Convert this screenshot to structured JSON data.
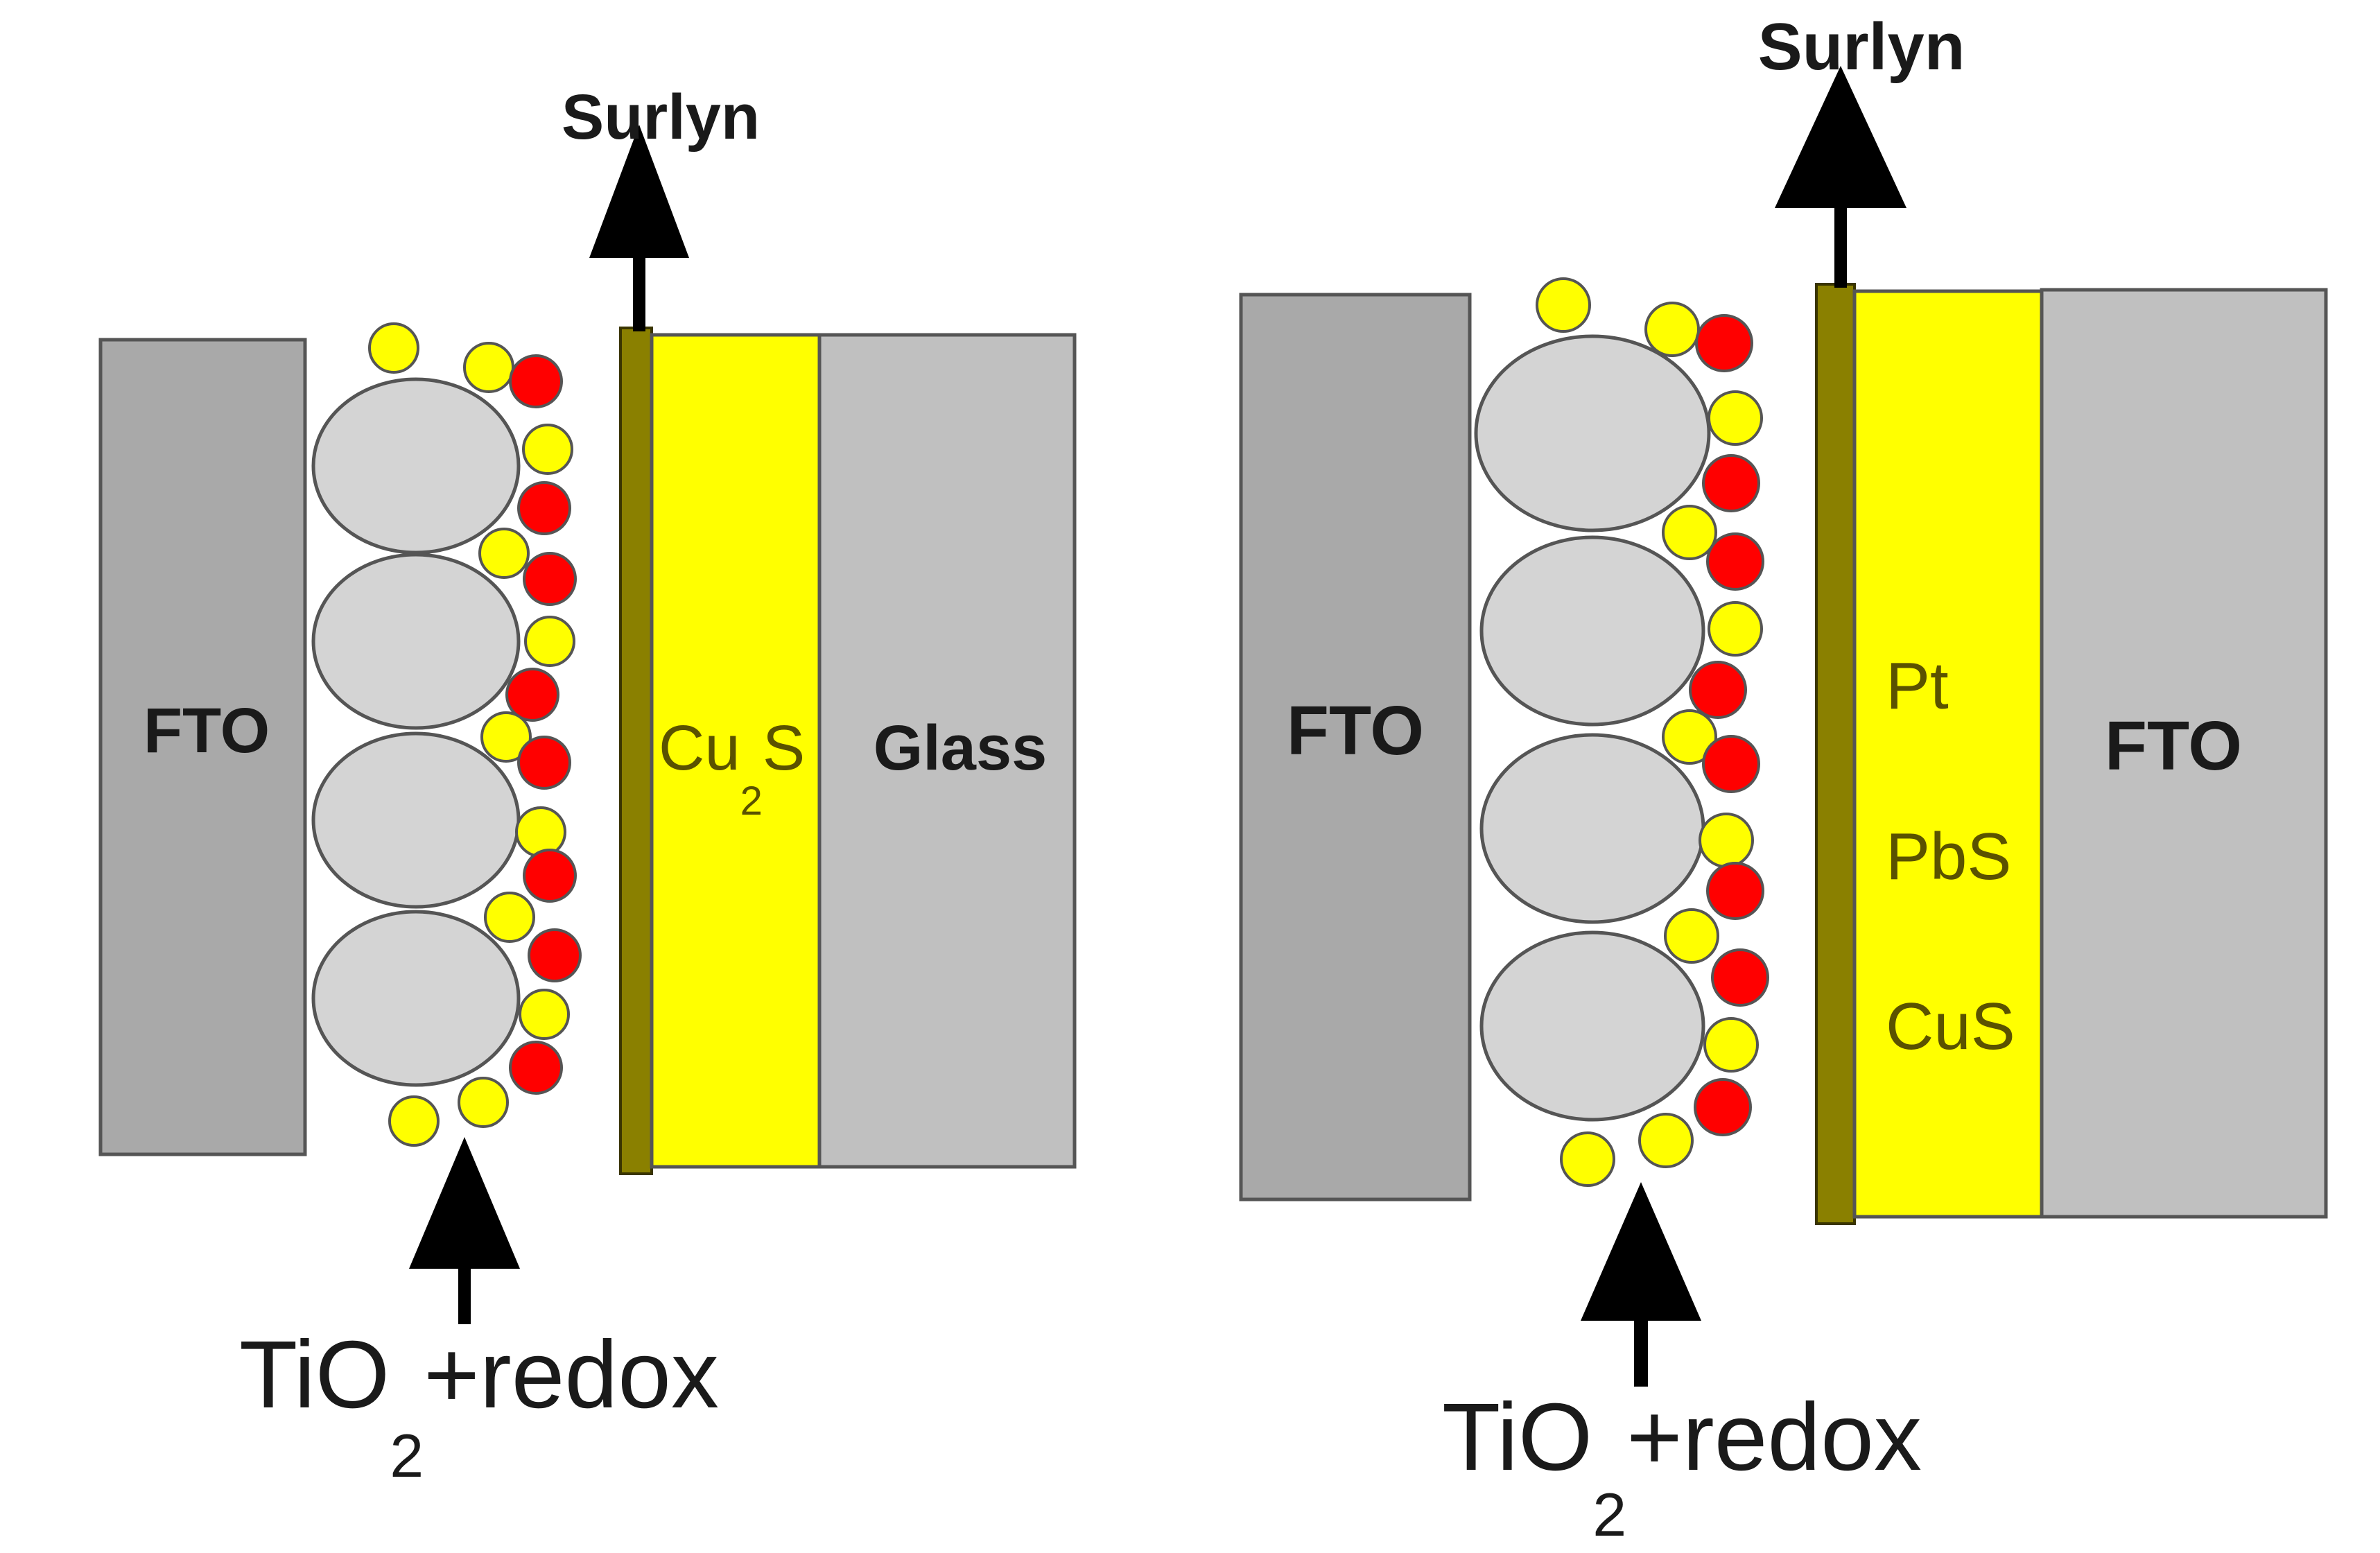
{
  "colors": {
    "fto_gray": "#a9a9a9",
    "glass_gray": "#c0c0c0",
    "tio2_gray": "#d4d4d4",
    "yellow": "#ffff00",
    "red": "#ff0000",
    "surlyn_olive": "#8a8000",
    "outline": "#555555",
    "arrow": "#000000"
  },
  "left_cell": {
    "fto_label": "FTO",
    "counter_label_main": "Cu",
    "counter_label_sub": "2",
    "counter_label_tail": "S",
    "back_label": "Glass",
    "surlyn_label": "Surlyn",
    "bottom_label_main": "TiO",
    "bottom_label_sub": "2",
    "bottom_label_tail": "+redox"
  },
  "right_cell": {
    "fto_label": "FTO",
    "counter_labels": [
      "Pt",
      "PbS",
      "CuS"
    ],
    "back_label": "FTO",
    "surlyn_label": "Surlyn",
    "bottom_label_main": "TiO",
    "bottom_label_sub": "2",
    "bottom_label_tail": "+redox"
  }
}
